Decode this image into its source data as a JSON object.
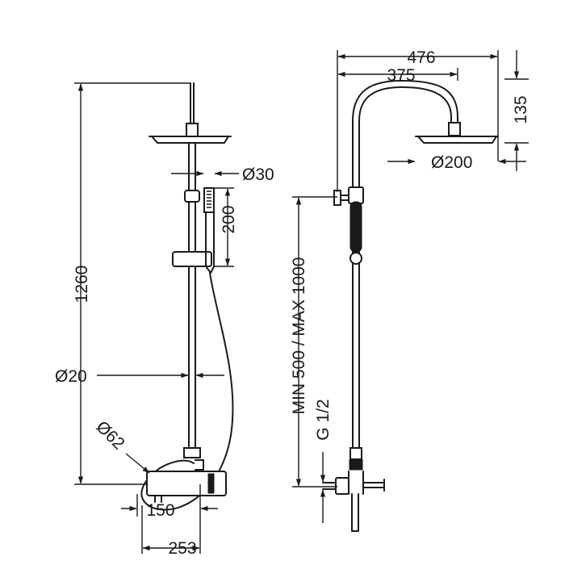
{
  "dimensions": {
    "total_height": "1260",
    "handshower_diameter": "Ø30",
    "handshower_length": "200",
    "riser_diameter": "Ø20",
    "mixer_diameter": "Ø62",
    "mixer_depth": "150",
    "mixer_width": "253",
    "total_projection": "476",
    "arm_projection": "375",
    "head_drop": "135",
    "head_diameter": "Ø200",
    "inlet_spacing": "MIN 500 / MAX 1000",
    "inlet_thread": "G 1/2"
  }
}
